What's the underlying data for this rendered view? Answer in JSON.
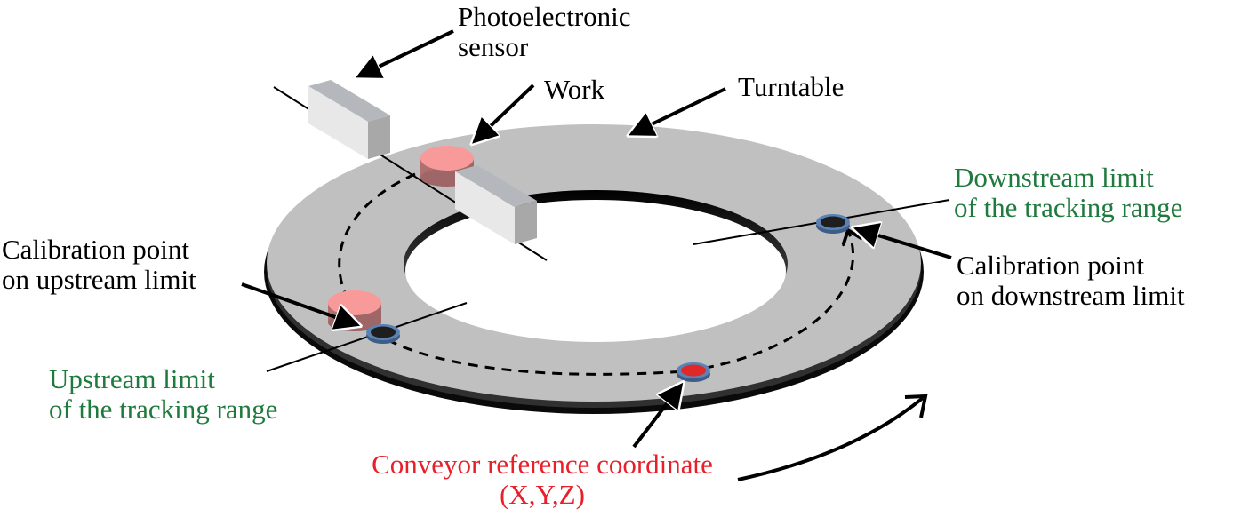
{
  "title": "Turntable conveyor tracking calibration diagram",
  "colors": {
    "turntable": "#c0c0c0",
    "work": "#f99a9a",
    "work_side": "#a86c6c",
    "calibration_point_fill": "#1e1e1e",
    "calibration_point_rim": "#4a6e9e",
    "reference_point_fill": "#e02828",
    "label_black": "#000000",
    "label_green": "#1f7a3d",
    "label_red": "#e8202a",
    "sensor_face": "#e8e8e8",
    "sensor_top": "#b4b8bc"
  },
  "labels": {
    "sensor": [
      "Photoelectronic",
      "sensor"
    ],
    "work": "Work",
    "turntable": "Turntable",
    "downstream_limit": [
      "Downstream limit",
      "of the tracking range"
    ],
    "calib_downstream": [
      "Calibration point",
      "on downstream limit"
    ],
    "calib_upstream": [
      "Calibration point",
      "on upstream limit"
    ],
    "upstream_limit": [
      "Upstream limit",
      "of the tracking range"
    ],
    "reference_coordinate": [
      "Conveyor reference coordinate",
      "(X,Y,Z)"
    ]
  },
  "components": [
    {
      "name": "photoelectronic-sensor",
      "count": 1,
      "parts": [
        "emitter",
        "receiver"
      ]
    },
    {
      "name": "work",
      "positions": [
        "at-sensor",
        "at-upstream-limit"
      ]
    },
    {
      "name": "calibration-point",
      "positions": [
        "upstream-limit",
        "downstream-limit"
      ]
    },
    {
      "name": "conveyor-reference-coordinate",
      "position": "between-limits"
    }
  ],
  "rotation_direction": "counter-clockwise (viewed from above)"
}
